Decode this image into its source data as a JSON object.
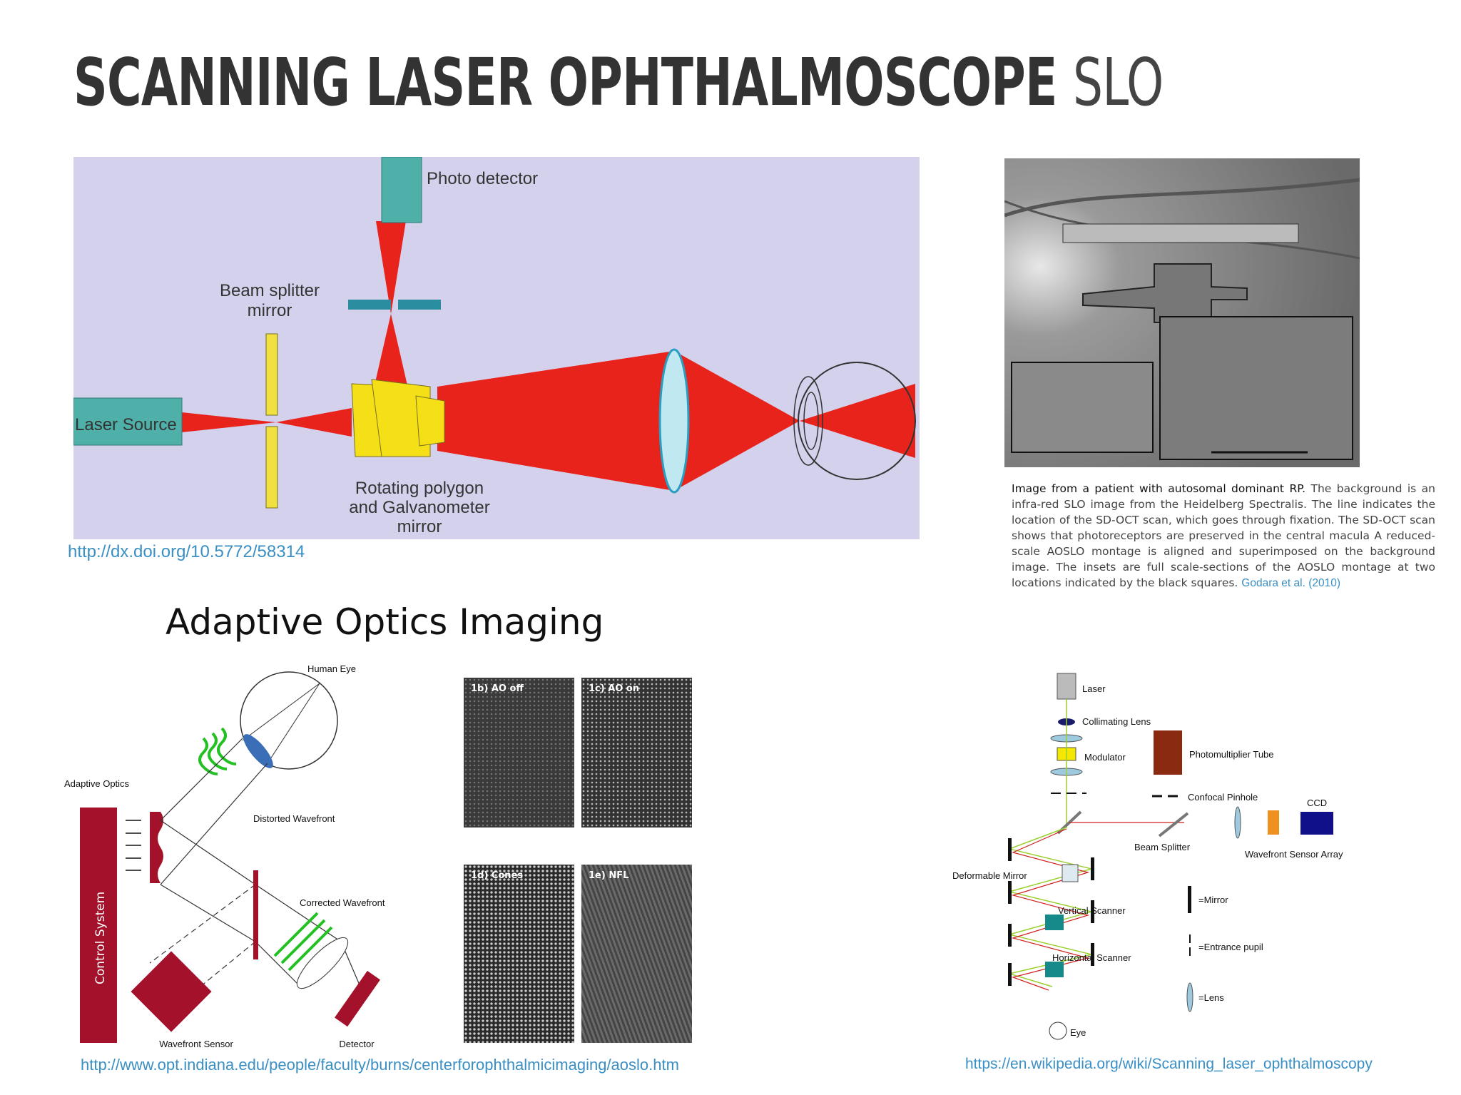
{
  "slide": {
    "title_bold": "SCANNING LASER OPHTHALMOSCOPE",
    "title_light": "SLO"
  },
  "slo_diagram": {
    "photo_detector": "Photo detector",
    "beam_splitter_l1": "Beam splitter",
    "beam_splitter_l2": "mirror",
    "laser_source": "Laser Source",
    "polygon_l1": "Rotating polygon",
    "polygon_l2": "and Galvanometer",
    "polygon_l3": "mirror",
    "source_link": "http://dx.doi.org/10.5772/58314"
  },
  "aoslo_image": {
    "caption_bold": "Image from a patient with autosomal dominant RP.",
    "caption_text": " The background is an infra-red SLO image from the Heidelberg Spectralis.  The line indicates the location of the SD-OCT scan, which goes through fixation.  The SD-OCT scan shows that photoreceptors are preserved in the central macula  A reduced-scale AOSLO montage is aligned and superimposed on the background image.  The insets are full scale-sections of the AOSLO montage at two locations indicated by the black squares. ",
    "caption_link": "Godara et al. (2010)"
  },
  "ao_imaging": {
    "title": "Adaptive Optics Imaging",
    "human_eye": "Human Eye",
    "adaptive_optics": "Adaptive Optics",
    "distorted_wavefront": "Distorted Wavefront",
    "corrected_wavefront": "Corrected  Wavefront",
    "control_system": "Control System",
    "wavefront_sensor": "Wavefront Sensor",
    "detector": "Detector",
    "panels": [
      "1b) AO off",
      "1c) AO on",
      "1d) Cones",
      "1e) NFL"
    ],
    "source_link": "http://www.opt.indiana.edu/people/faculty/burns/centerforophthalmicimaging/aoslo.htm"
  },
  "aoslo_schematic": {
    "laser": "Laser",
    "collimating_lens": "Collimating Lens",
    "modulator": "Modulator",
    "photomultiplier_tube": "Photomultiplier Tube",
    "confocal_pinhole": "Confocal Pinhole",
    "ccd": "CCD",
    "beam_splitter": "Beam Splitter",
    "wavefront_sensor_array": "Wavefront Sensor Array",
    "deformable_mirror": "Deformable Mirror",
    "vertical_scanner": "Vertical Scanner",
    "horizontal_scanner": "Horizontal Scanner",
    "eye": "Eye",
    "legend_mirror": "=Mirror",
    "legend_pupil": "=Entrance pupil",
    "legend_lens": "=Lens",
    "source_link": "https://en.wikipedia.org/wiki/Scanning_laser_ophthalmoscopy"
  }
}
